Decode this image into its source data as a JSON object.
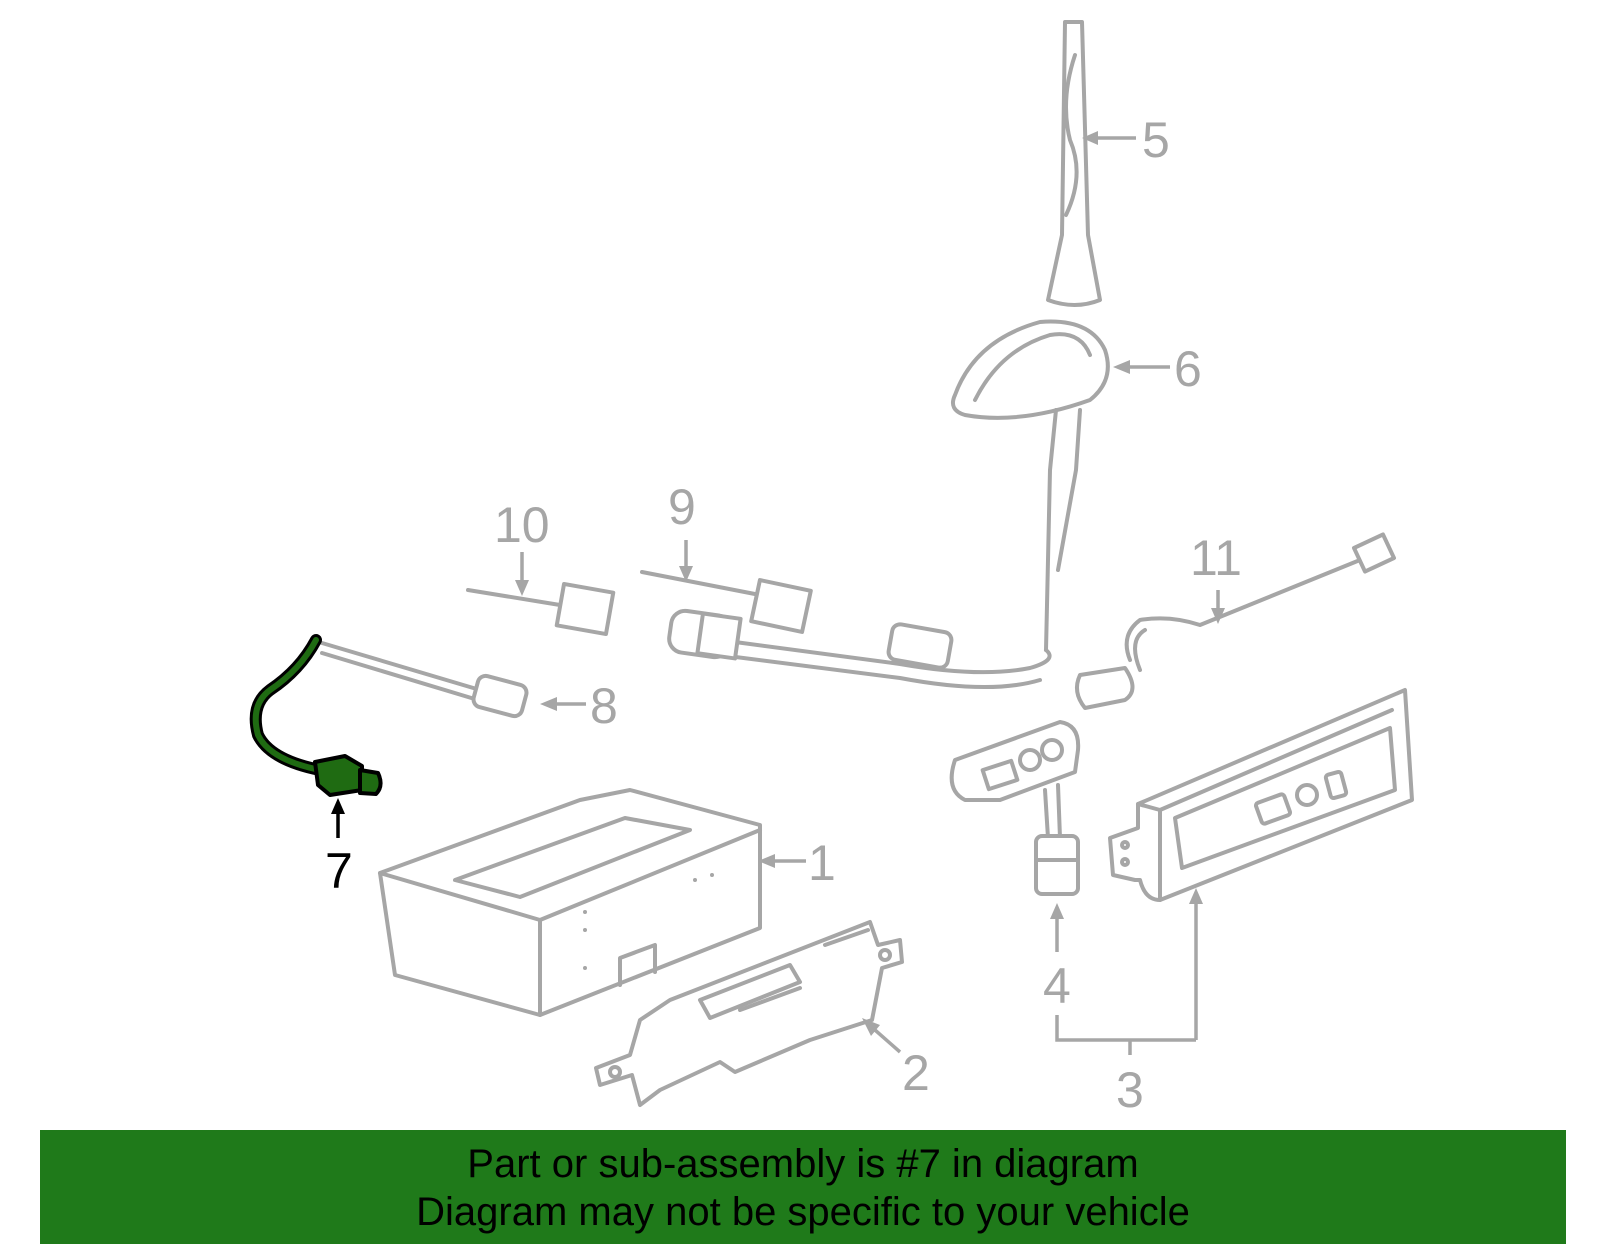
{
  "diagram": {
    "highlighted_part": "7",
    "labels": {
      "1": "1",
      "2": "2",
      "3": "3",
      "4": "4",
      "5": "5",
      "6": "6",
      "7": "7",
      "8": "8",
      "9": "9",
      "10": "10",
      "11": "11"
    },
    "colors": {
      "part_stroke": "#a6a6a6",
      "highlight_fill": "#1f6b12",
      "highlight_stroke": "#000000",
      "banner_bg": "#1f7a1a"
    }
  },
  "banner": {
    "line1": "Part or sub-assembly is #7 in diagram",
    "line2": "Diagram may not be specific to your vehicle"
  }
}
